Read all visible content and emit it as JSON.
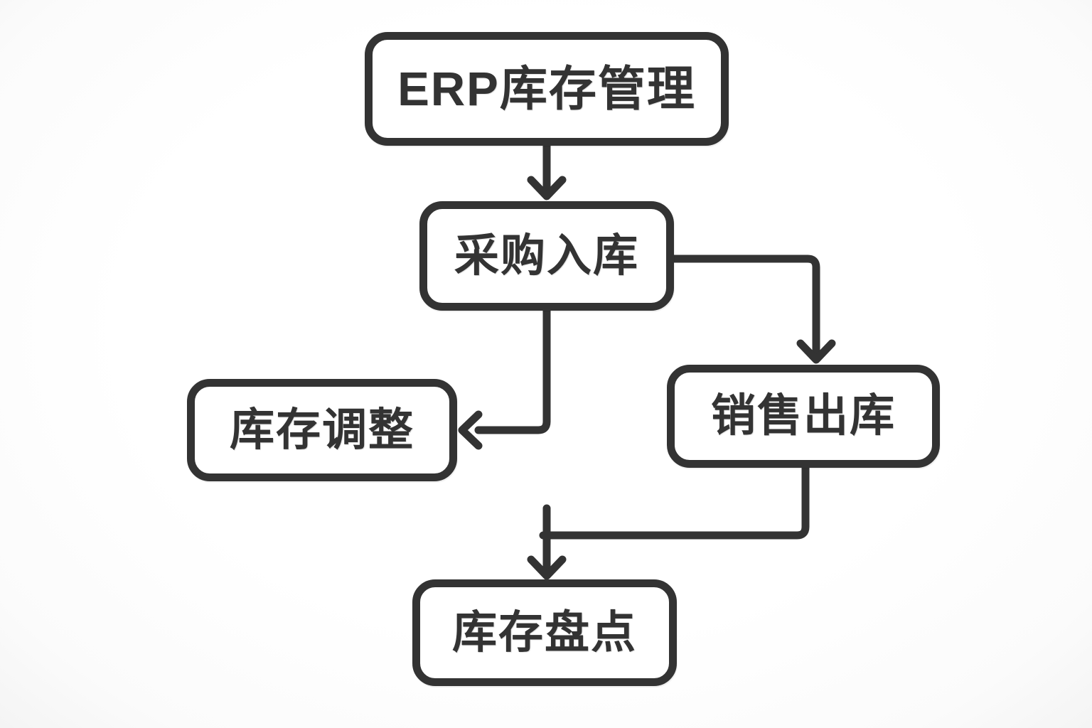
{
  "diagram": {
    "type": "flowchart",
    "nodes": [
      {
        "id": "erp",
        "label": "ERP库存管理"
      },
      {
        "id": "purchase",
        "label": "采购入库"
      },
      {
        "id": "adjust",
        "label": "库存调整"
      },
      {
        "id": "sales",
        "label": "销售出库"
      },
      {
        "id": "count",
        "label": "库存盘点"
      }
    ],
    "edges": [
      {
        "from": "erp",
        "to": "purchase",
        "direction": "down"
      },
      {
        "from": "purchase",
        "to": "sales",
        "direction": "right-then-down"
      },
      {
        "from": "purchase",
        "to": "adjust",
        "direction": "down-then-left"
      },
      {
        "from": "sales",
        "to": "count",
        "direction": "down-then-left"
      },
      {
        "from": "purchase",
        "to": "count",
        "direction": "down"
      }
    ],
    "colors": {
      "stroke": "#333333",
      "text": "#333333",
      "node_fill": "#ffffff",
      "background": "#fdfdfd"
    }
  }
}
